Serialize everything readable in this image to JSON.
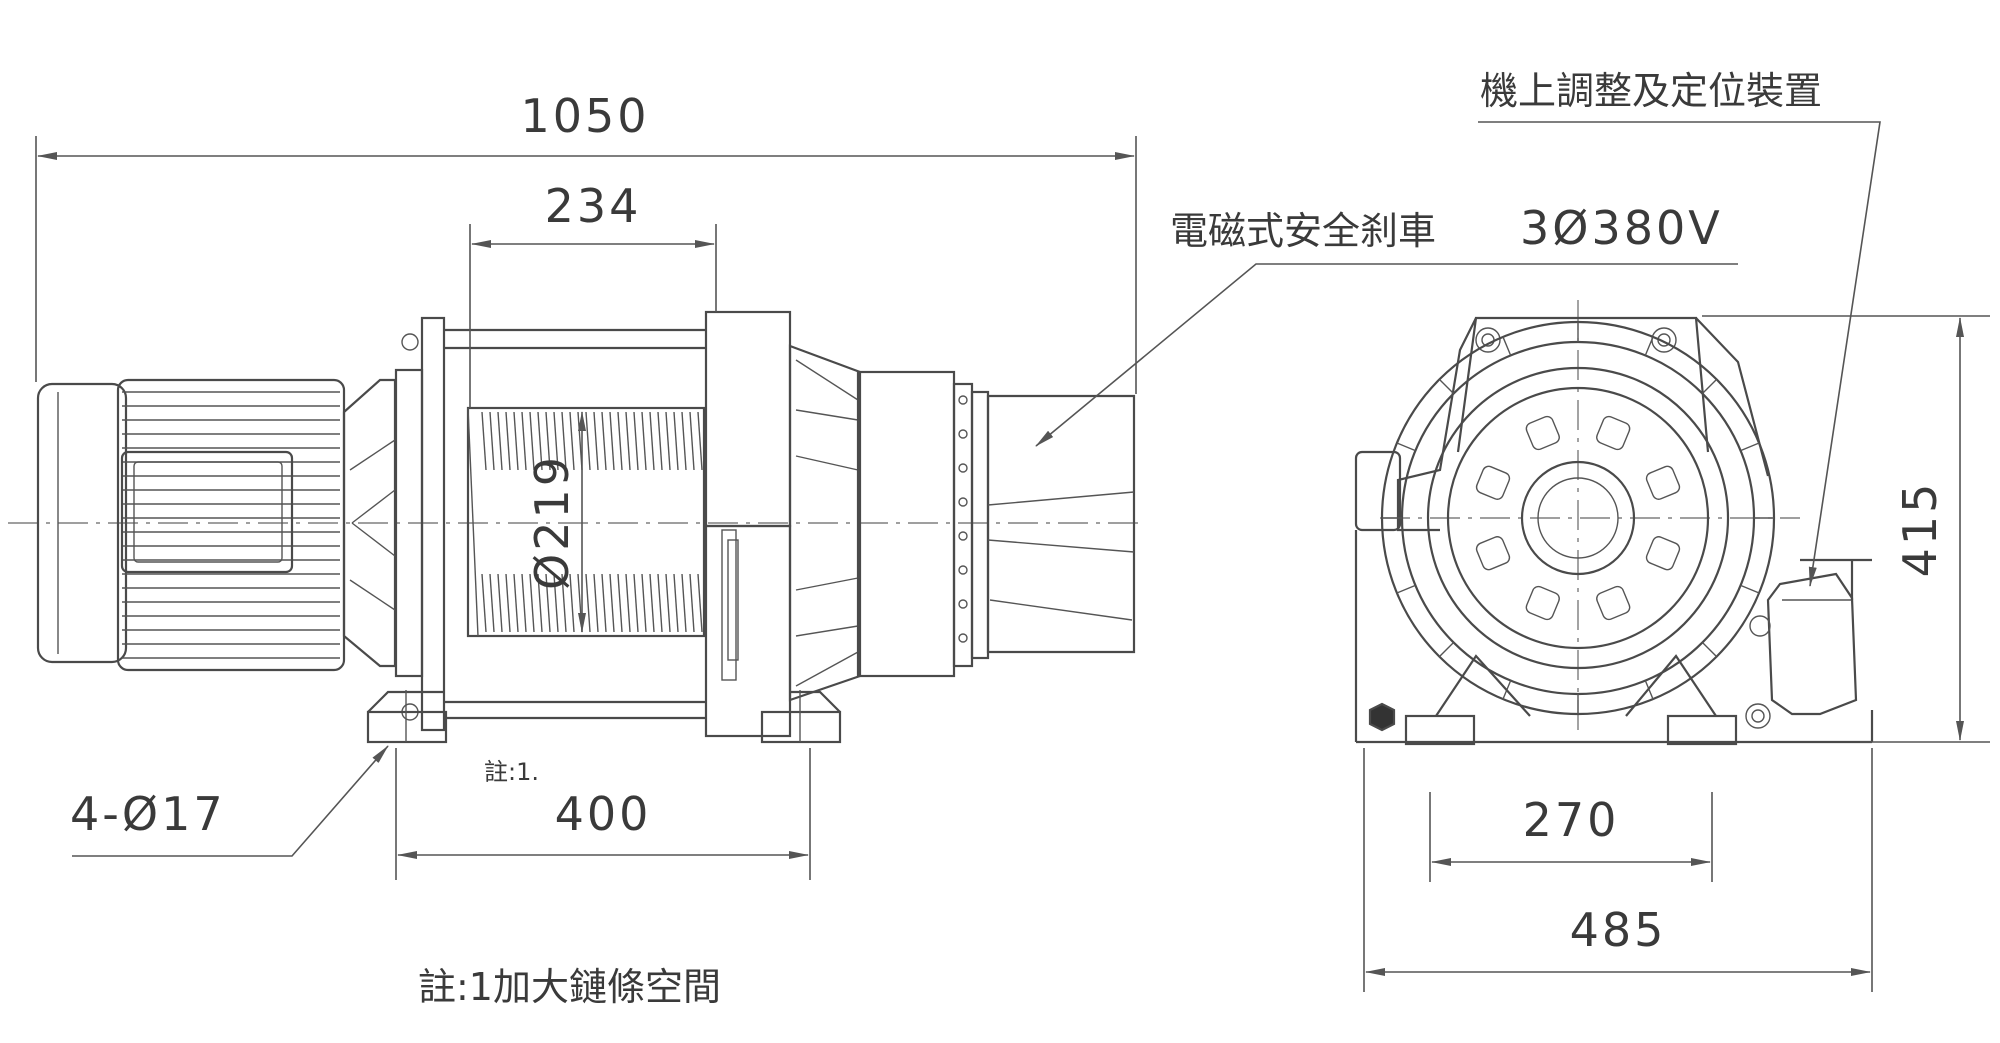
{
  "side_view": {
    "overall_length": "1050",
    "drum_length": "234",
    "drum_diameter": "Ø219",
    "base_length": "400",
    "mount_holes": "4-Ø17",
    "note_marker": "註:1."
  },
  "end_view": {
    "height": "415",
    "inner_width": "270",
    "overall_width": "485"
  },
  "callouts": {
    "brake": "電磁式安全刹車",
    "power": "3Ø380V",
    "adjuster": "機上調整及定位裝置"
  },
  "footnote": "註:1加大鏈條空間"
}
